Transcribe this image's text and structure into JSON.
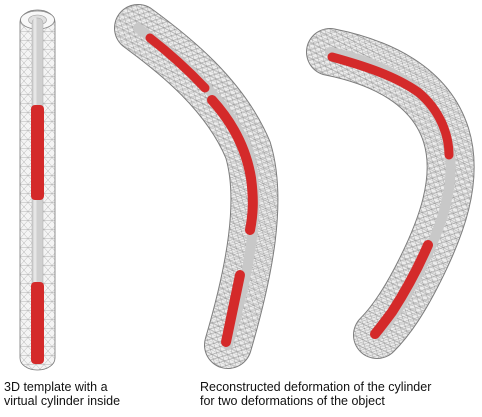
{
  "captions": {
    "left": {
      "line1": "3D template with a",
      "line2": "virtual cylinder inside"
    },
    "right": {
      "line1": "Reconstructed deformation of the cylinder",
      "line2": "for two deformations of the object"
    }
  },
  "colors": {
    "mesh": "#8a8a8a",
    "mesh_fill": "#e9e9e9",
    "cylinder_gray": "#c8c8c8",
    "cylinder_red": "#d42a2a",
    "background": "#ffffff"
  }
}
